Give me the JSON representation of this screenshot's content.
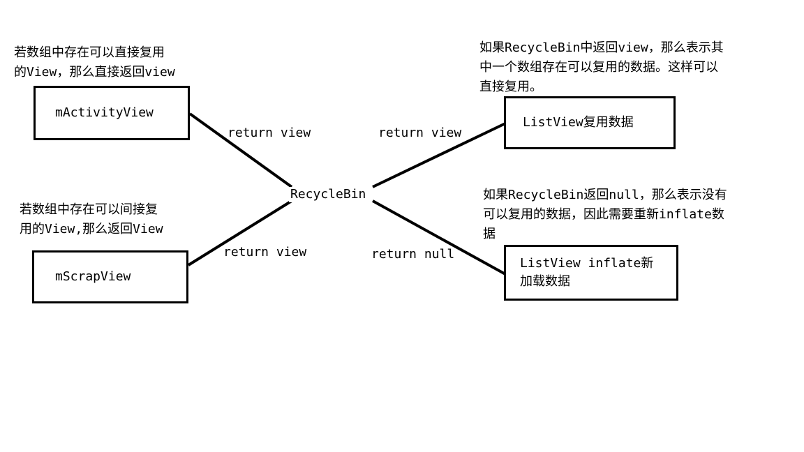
{
  "center": {
    "label": "RecycleBin"
  },
  "left_top": {
    "note_line1": "若数组中存在可以直接复用",
    "note_line2": "的View，那么直接返回view",
    "box_label": "mActivityView",
    "edge_label": "return view"
  },
  "left_bottom": {
    "note_line1": "若数组中存在可以间接复",
    "note_line2": "用的View,那么返回View",
    "box_label": "mScrapView",
    "edge_label": "return view"
  },
  "right_top": {
    "note_line1": "如果RecycleBin中返回view，那么表示其",
    "note_line2": "中一个数组存在可以复用的数据。这样可以",
    "note_line3": "直接复用。",
    "box_label": "ListView复用数据",
    "edge_label": "return view"
  },
  "right_bottom": {
    "note_line1": "如果RecycleBin返回null，那么表示没有",
    "note_line2": "可以复用的数据，因此需要重新inflate数",
    "note_line3": "据",
    "box_label_line1": "ListView inflate新",
    "box_label_line2": "加载数据",
    "edge_label": "return null"
  },
  "style": {
    "line_color": "#000000",
    "background": "#ffffff"
  }
}
